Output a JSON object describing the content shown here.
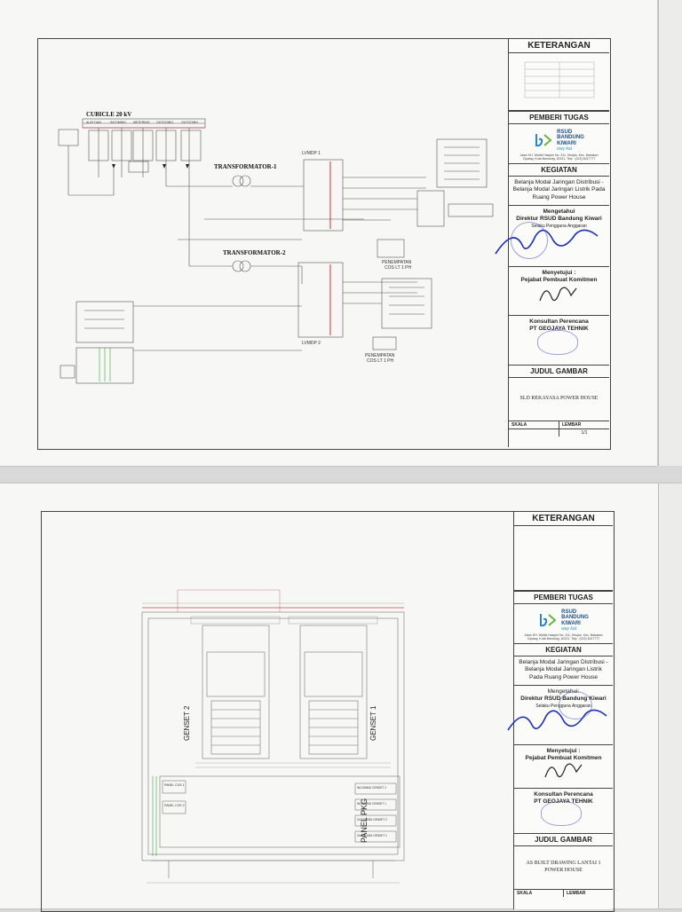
{
  "sheet1": {
    "title_block": {
      "keterangan": "KETERANGAN",
      "pemberi_tugas": "PEMBERI TUGAS",
      "logo_line1": "RSUD",
      "logo_line2": "BANDUNG",
      "logo_line3": "KIWARI",
      "logo_tagline": "way kat",
      "address": "Jalan KH. Wahid Hasyim No. 311, Kbujan, Kec. Babakan Ciparay, Kota Bandung, 40221, Telp : (022) 6017777",
      "kegiatan_label": "KEGIATAN",
      "kegiatan_text": "Belanja Modal Jaringan Distribusi - Belanja Modal Jaringan Listrik Pada Ruang Power House",
      "mengetahui_label": "Mengetahui",
      "mengetahui_org": "Direktur RSUD Bandung Kiwari",
      "mengetahui_role": "Selaku Pengguna Anggaran",
      "menyetujui_label": "Menyetujui :",
      "menyetujui_role": "Pejabat Pembuat Komitmen",
      "konsultan_label": "Konsultan Perencana",
      "konsultan_name": "PT GEOJAYA TEHNIK",
      "judul_label": "JUDUL GAMBAR",
      "judul_text": "SLD REKAYASA POWER HOUSE",
      "skala_label": "SKALA",
      "lembar_label": "LEMBAR",
      "lembar_value": "1/1"
    },
    "drawing": {
      "cubicle": "CUBICLE 20 kV",
      "cubicle_cols": [
        "ALAT DAN",
        "INCOMING",
        "METERING",
        "OUTGOING",
        "OUTGOING"
      ],
      "transformator1": "TRANSFORMATOR-1",
      "transformator2": "TRANSFORMATOR-2",
      "lvmdp1": "LVMDP 1",
      "lvmdp2": "LVMDP 2",
      "penempatan1": "PENEMPATAN",
      "penempatan1b": "COS LT 1 PH",
      "penempatan2": "PENEMPATAN",
      "penempatan2b": "COS LT 1 PH"
    }
  },
  "sheet2": {
    "title_block": {
      "keterangan": "KETERANGAN",
      "pemberi_tugas": "PEMBERI TUGAS",
      "logo_line1": "RSUD",
      "logo_line2": "BANDUNG",
      "logo_line3": "KIWARI",
      "logo_tagline": "way kat",
      "address": "Jalan KH. Wahid Hasyim No. 311, Kbujan, Kec. Babakan Ciparay, Kota Bandung, 40221, Telp : (022) 6017777",
      "kegiatan_label": "KEGIATAN",
      "kegiatan_text": "Belanja Modal Jaringan Distribusi - Belanja Modal Jaringan Listrik Pada Ruang Power House",
      "mengetahui_label": "Mengetahui:",
      "mengetahui_org": "Direktur RSUD Bandung Kiwari",
      "mengetahui_role": "Selaku Pengguna Anggaran",
      "menyetujui_label": "Menyetujui :",
      "menyetujui_role": "Pejabat Pembuat Komitmen",
      "konsultan_label": "Konsultan Perencana",
      "konsultan_name": "PT GEOJAYA TEHNIK",
      "judul_label": "JUDUL GAMBAR",
      "judul_text": "AS BUILT DRAWING LANTAI 1 POWER HOUSE",
      "skala_label": "SKALA",
      "lembar_label": "LEMBAR"
    },
    "drawing": {
      "genset2": "GENSET 2",
      "genset1": "GENSET 1",
      "panel_pkg": "PANEL PKG",
      "panel_cos1": "PANEL COS 1",
      "panel_cos2": "PANEL COS 2",
      "incoming_genset2": "INCOMING GENSET 2",
      "incoming_genset1": "INCOMING GENSET 1",
      "outgoing_genset2": "OUTGOING GENSET 2",
      "outgoing_genset1": "OUTGOING GENSET 1"
    }
  }
}
